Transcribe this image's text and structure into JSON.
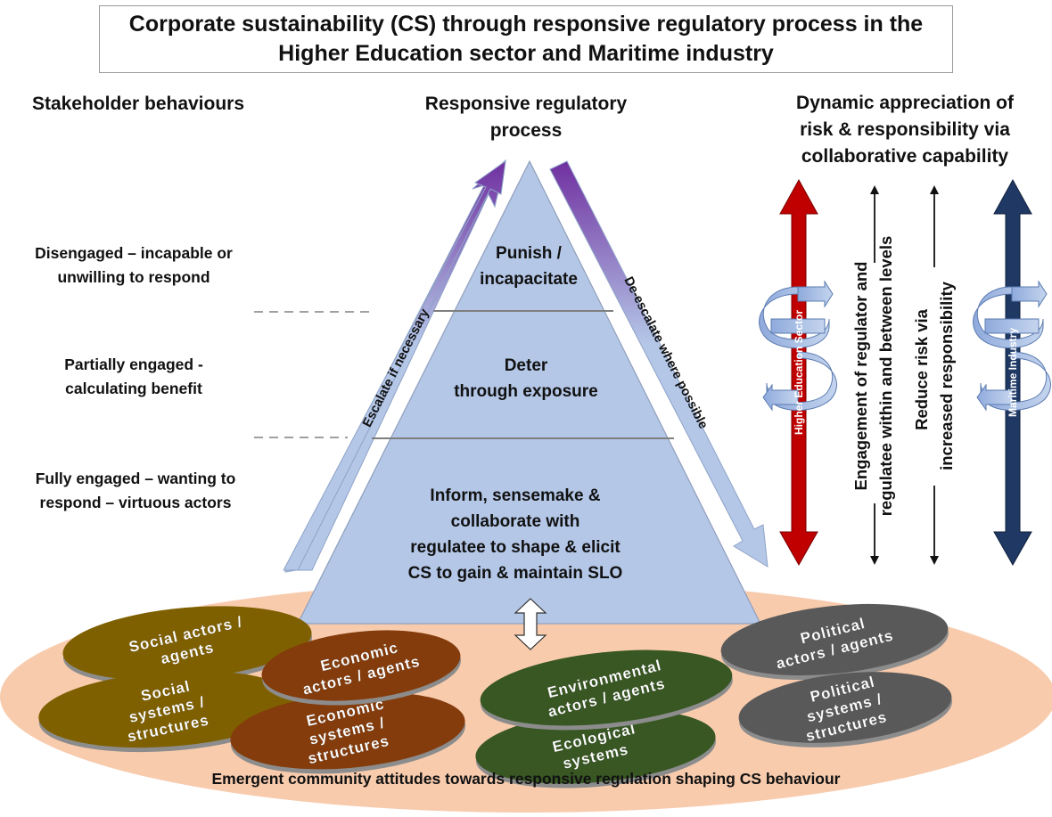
{
  "title": {
    "line1": "Corporate sustainability (CS) through responsive regulatory process in the",
    "line2": "Higher Education sector and Maritime industry"
  },
  "columns": {
    "left_header": "Stakeholder behaviours",
    "center_header_line1": "Responsive regulatory",
    "center_header_line2": "process",
    "right_header_line1": "Dynamic appreciation of",
    "right_header_line2": "risk & responsibility via",
    "right_header_line3": "collaborative capability"
  },
  "behaviours": [
    {
      "line1": "Disengaged – incapable or",
      "line2": "unwilling to respond"
    },
    {
      "line1": "Partially engaged -",
      "line2": "calculating benefit"
    },
    {
      "line1": "Fully engaged – wanting to",
      "line2": "respond – virtuous actors"
    }
  ],
  "pyramid": {
    "top": {
      "line1": "Punish /",
      "line2": "incapacitate"
    },
    "middle": {
      "line1": "Deter",
      "line2": "through exposure"
    },
    "bottom": {
      "line1": "Inform, sensemake &",
      "line2": "collaborate with",
      "line3": "regulatee to shape & elicit",
      "line4": "CS to gain & maintain SLO"
    },
    "escalate_label": "Escalate if necessary",
    "deescalate_label": "De-escalate where possible"
  },
  "right_panel": {
    "sector1_label": "Higher Education Sector",
    "sector2_label": "Maritime Industry",
    "engagement_line1": "Engagement of regulator and",
    "engagement_line2": "regulatee within and between levels",
    "risk_line1": "Reduce risk via",
    "risk_line2": "increased responsibility",
    "colors": {
      "sector1": "#c00000",
      "sector2": "#1f3864"
    }
  },
  "discs": [
    {
      "line1": "Social actors /",
      "line2": "agents",
      "line3": "",
      "color": "#7f6000"
    },
    {
      "line1": "Social",
      "line2": "systems /",
      "line3": "structures",
      "color": "#7f6000"
    },
    {
      "line1": "Economic",
      "line2": "actors / agents",
      "line3": "",
      "color": "#843c0c"
    },
    {
      "line1": "Economic",
      "line2": "systems /",
      "line3": "structures",
      "color": "#843c0c"
    },
    {
      "line1": "Environmental",
      "line2": "actors / agents",
      "line3": "",
      "color": "#385723"
    },
    {
      "line1": "Ecological",
      "line2": "systems",
      "line3": "",
      "color": "#385723"
    },
    {
      "line1": "Political",
      "line2": "actors / agents",
      "line3": "",
      "color": "#595959"
    },
    {
      "line1": "Political",
      "line2": "systems /",
      "line3": "structures",
      "color": "#595959"
    }
  ],
  "base_caption": "Emergent community attitudes towards responsive regulation shaping CS behaviour",
  "colors": {
    "pyramid_fill": "#b4c7e7",
    "base_ellipse": "#f8cbad",
    "arrow_purple": "#7030a0"
  }
}
